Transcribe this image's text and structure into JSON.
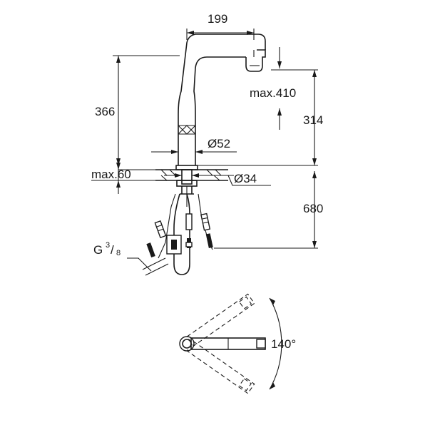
{
  "dimensions": {
    "spout_reach": "199",
    "total_height": "366",
    "max_spout_height": "max.410",
    "spout_height": "314",
    "body_diameter": "Ø52",
    "max_deck_thickness": "max.60",
    "hole_diameter": "Ø34",
    "hose_length": "680",
    "connection_thread_main": "G",
    "connection_thread_num": "3",
    "connection_thread_den": "8",
    "swivel_angle": "140°"
  }
}
